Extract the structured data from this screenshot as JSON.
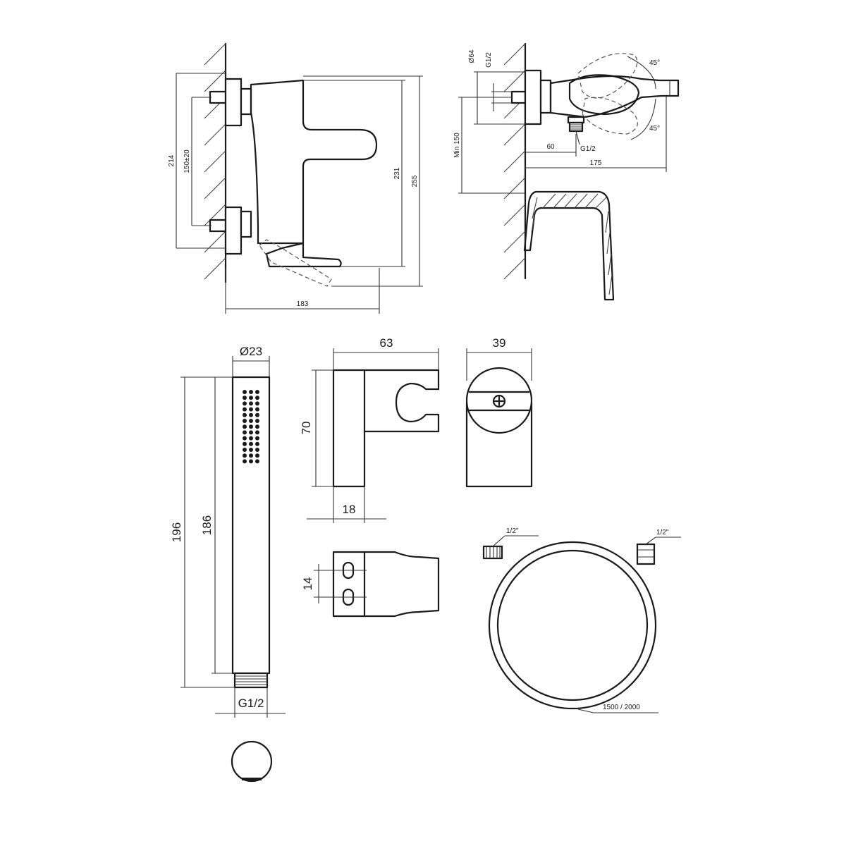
{
  "mixer_front": {
    "dim_width": "183",
    "dim_height_total": "214",
    "dim_center": "150±20",
    "dim_body": "231",
    "dim_overall": "255"
  },
  "mixer_side": {
    "dim_inlet_dia": "Ø64",
    "dim_thread_top": "G1/2",
    "dim_thread_outlet": "G1/2",
    "dim_depth_outlet": "60",
    "dim_depth_total": "175",
    "dim_min_height": "Min 150",
    "angle_top": "45°",
    "angle_bottom": "45°"
  },
  "hand_shower": {
    "dim_diameter": "Ø23",
    "dim_length_total": "196",
    "dim_length_body": "186",
    "dim_thread": "G1/2"
  },
  "holder": {
    "dim_width": "63",
    "dim_height": "70",
    "dim_base": "18",
    "dim_depth": "39",
    "dim_hole_spacing": "14"
  },
  "hose": {
    "dim_end_left": "1/2\"",
    "dim_end_right": "1/2\"",
    "dim_length": "1500 / 2000"
  }
}
